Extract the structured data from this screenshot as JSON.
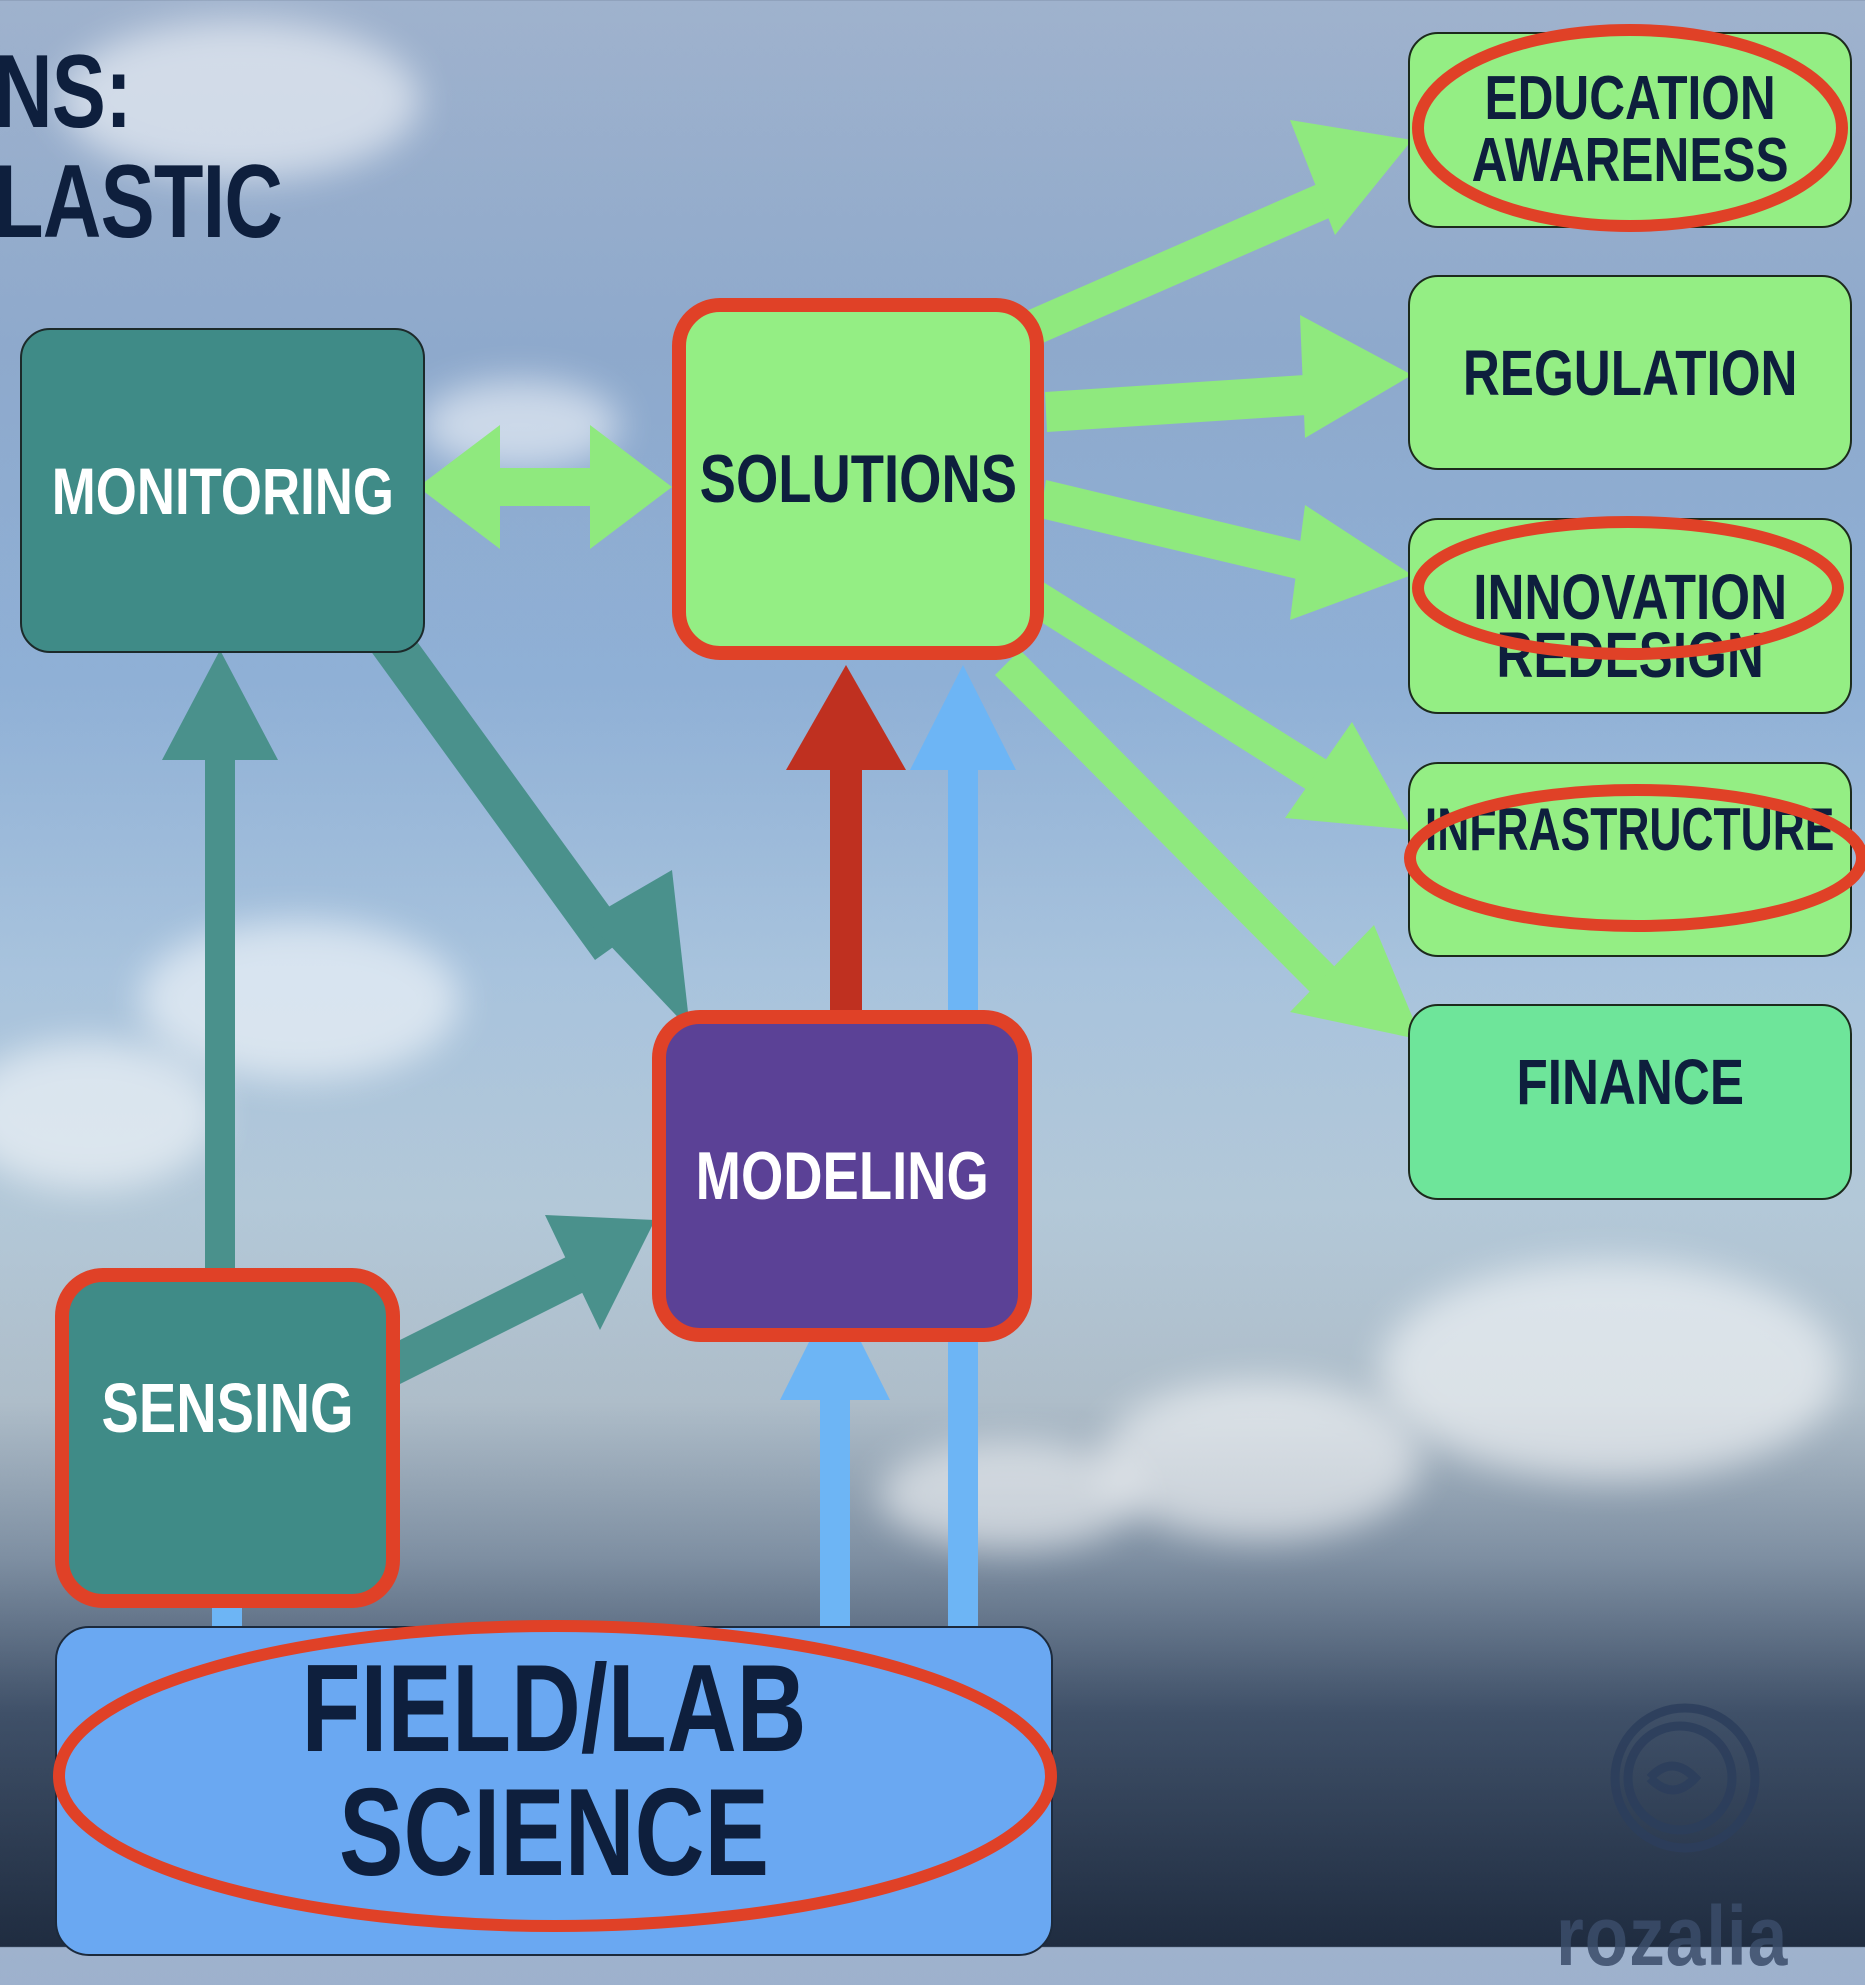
{
  "title": {
    "line1": "NS:",
    "line2": "LASTIC"
  },
  "nodes": {
    "monitoring": "MONITORING",
    "solutions": "SOLUTIONS",
    "modeling": "MODELING",
    "sensing": "SENSING",
    "field_lab_science": "FIELD/LAB SCIENCE",
    "education_awareness": "EDUCATION\nAWARENESS",
    "regulation": "REGULATION",
    "innovation": "INNOVATION",
    "redesign": "REDESIGN",
    "infrastructure": "INFRASTRUCTURE",
    "finance": "FINANCE"
  },
  "highlighted": [
    "solutions",
    "modeling",
    "sensing",
    "field_lab_science",
    "education_awareness",
    "innovation",
    "infrastructure"
  ],
  "logo": {
    "text": "rozalia",
    "icon": "rozalia-logo-icon"
  },
  "colors": {
    "highlight_red": "#e04127",
    "green": "#94ee84",
    "teal": "#3f8b87",
    "purple": "#5b4196",
    "blue": "#6aa8f2",
    "navy_text": "#0e1f3d"
  }
}
